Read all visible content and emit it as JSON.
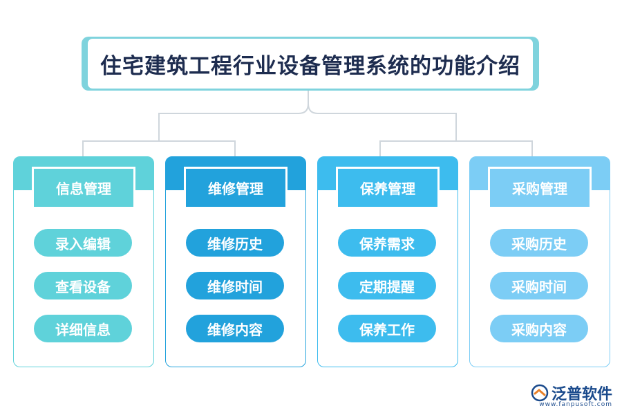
{
  "title": "住宅建筑工程行业设备管理系统的功能介绍",
  "columns": [
    {
      "header": "信息管理",
      "items": [
        "录入编辑",
        "查看设备",
        "详细信息"
      ],
      "color": "#5fd2da",
      "border": "#5fd2da"
    },
    {
      "header": "维修管理",
      "items": [
        "维修历史",
        "维修时间",
        "维修内容"
      ],
      "color": "#22a2dc",
      "border": "#22a2dc"
    },
    {
      "header": "保养管理",
      "items": [
        "保养需求",
        "定期提醒",
        "保养工作"
      ],
      "color": "#3dbcee",
      "border": "#3dbcee"
    },
    {
      "header": "采购管理",
      "items": [
        "采购历史",
        "采购时间",
        "采购内容"
      ],
      "color": "#7ccdf5",
      "border": "#7ccdf5"
    }
  ],
  "logo": {
    "brand": "泛普软件",
    "url": "www.fanpusoft.com"
  },
  "colors": {
    "title_border": "#7fd3dd",
    "title_text": "#1d2c4f",
    "connector": "#cfd6dc",
    "logo": "#1a4a8c"
  }
}
